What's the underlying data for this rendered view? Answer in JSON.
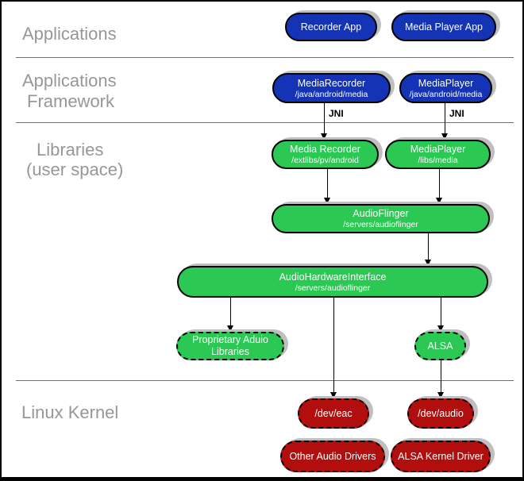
{
  "colors": {
    "app_blue": "#1433b5",
    "lib_green": "#2bc853",
    "kernel_red": "#b30e0e",
    "shadow_gray": "#bfbfbf",
    "label_gray": "#979797"
  },
  "layers": {
    "applications": {
      "label": "Applications"
    },
    "framework": {
      "label_line1": "Applications",
      "label_line2": "Framework"
    },
    "libraries": {
      "label_line1": "Libraries",
      "label_line2": "(user space)"
    },
    "kernel": {
      "label": "Linux Kernel"
    }
  },
  "edges": {
    "jni_label_1": "JNI",
    "jni_label_2": "JNI"
  },
  "nodes": {
    "recorder_app": {
      "title": "Recorder App"
    },
    "media_player_app": {
      "title": "Media Player App"
    },
    "media_recorder_fw": {
      "title": "MediaRecorder",
      "sub": "/java/android/media"
    },
    "media_player_fw": {
      "title": "MediaPlayer",
      "sub": "/java/android/media"
    },
    "media_recorder_lib": {
      "title": "Media Recorder",
      "sub": "/extlibs/pv/android"
    },
    "media_player_lib": {
      "title": "MediaPlayer",
      "sub": "/libs/media"
    },
    "audioflinger": {
      "title": "AudioFlinger",
      "sub": "/servers/audioflinger"
    },
    "audio_hardware_interface": {
      "title": "AudioHardwareInterface",
      "sub": "/servers/audioflinger"
    },
    "proprietary_audio_libraries": {
      "title": "Proprietary Aduio Libraries"
    },
    "alsa": {
      "title": "ALSA"
    },
    "dev_eac": {
      "title": "/dev/eac"
    },
    "dev_audio": {
      "title": "/dev/audio"
    },
    "other_audio_drivers": {
      "title": "Other Audio Drivers"
    },
    "alsa_kernel_driver": {
      "title": "ALSA Kernel Driver"
    }
  }
}
